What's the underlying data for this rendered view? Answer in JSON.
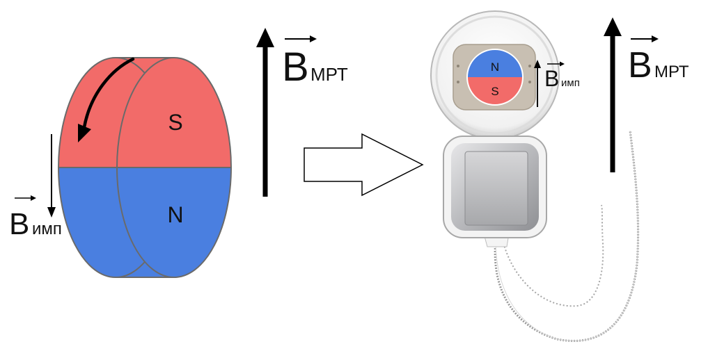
{
  "colors": {
    "south_pole": "#f26b69",
    "north_pole": "#4a7fe0",
    "magnet_outline": "#6a6a6a",
    "arrow": "#000000",
    "implant_silver": "#c9c9cb",
    "implant_beige": "#c8bfb2"
  },
  "left_magnet": {
    "pole_top": "S",
    "pole_bottom": "N",
    "rotation_arrow_icon": "curved-arrow-icon",
    "field_label_letter": "B",
    "field_label_subscript": "имп",
    "field_direction": "down"
  },
  "mri_field_left": {
    "letter": "B",
    "subscript": "МРТ",
    "direction": "up"
  },
  "transition_arrow_icon": "hollow-right-arrow-icon",
  "implant": {
    "pole_top": "N",
    "pole_bottom": "S",
    "field_label_letter": "B",
    "field_label_subscript": "имп",
    "field_direction": "up"
  },
  "mri_field_right": {
    "letter": "B",
    "subscript": "МРТ",
    "direction": "up"
  }
}
